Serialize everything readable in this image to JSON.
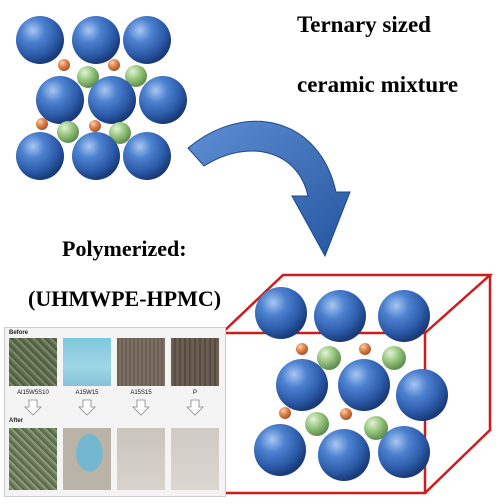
{
  "title": {
    "line1": "Ternary sized",
    "line2": "ceramic mixture"
  },
  "polymerized_label": "Polymerized:",
  "material_label": "(UHMWPE-HPMC)",
  "photo_panel": {
    "before_caption": "Before",
    "after_caption": "After",
    "samples": [
      "Al15W5S10",
      "A15W15",
      "A15S15",
      "P"
    ]
  },
  "colors": {
    "large_sphere": "#3b6fc0",
    "medium_sphere": "#8fc07a",
    "small_sphere": "#e0874f",
    "arrow": "#3a6db5",
    "box": "#cc1c1c"
  }
}
